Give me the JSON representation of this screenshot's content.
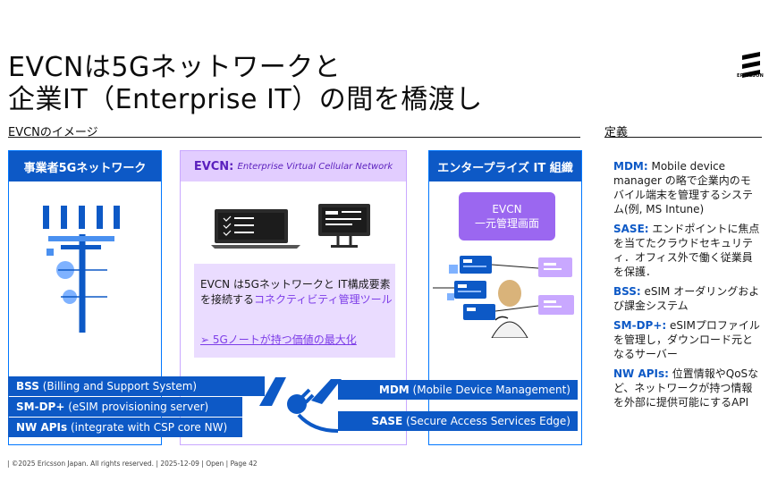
{
  "slide": {
    "title_line1": "EVCNは5Gネットワークと",
    "title_line2": "企業IT（Enterprise IT）の間を橋渡し",
    "logo_text": "ERICSSON"
  },
  "left_section": {
    "label": "EVCNのイメージ"
  },
  "right_section": {
    "label": "定義"
  },
  "columns": {
    "network": {
      "title": "事業者5Gネットワーク"
    },
    "evcn": {
      "title_prefix": "EVCN:",
      "title_rest": "Enterprise Virtual Cellular Network"
    },
    "enterprise": {
      "title": "エンタープライズ IT 組織"
    }
  },
  "evcn_description": {
    "text_main": "EVCN は5Gネットワークと IT構成要素を接続する",
    "text_highlight": "コネクティビティ管理ツール",
    "link": "➢ 5Gノートが持つ価値の最大化"
  },
  "evcn_card": {
    "line1": "EVCN",
    "line2": "一元管理画面"
  },
  "left_bands": [
    {
      "term": "BSS",
      "desc": " (Billing and Support System)"
    },
    {
      "term": "SM-DP+",
      "desc": " (eSIM provisioning server)"
    },
    {
      "term": "NW APIs",
      "desc": " (integrate with CSP core NW)"
    }
  ],
  "right_bands": [
    {
      "term": "MDM",
      "desc": " (Mobile Device Management)"
    },
    {
      "term": "SASE",
      "desc": " (Secure Access Services Edge)"
    }
  ],
  "definitions": [
    {
      "term": "MDM:",
      "desc": " Mobile device manager の略で企業内のモバイル端末を管理するシステム(例, MS Intune)"
    },
    {
      "term": "SASE:",
      "desc": " エンドポイントに焦点を当てたクラウドセキュリティ．オフィス外で働く従業員を保護．"
    },
    {
      "term": "BSS:",
      "desc": " eSIM オーダリングおよび課金システム"
    },
    {
      "term": "SM-DP+:",
      "desc": " eSIMプロファイルを管理し，ダウンロード元となるサーバー"
    },
    {
      "term": "NW APIs:",
      "desc": " 位置情報やQoSなど、ネットワークが持つ情報を外部に提供可能にするAPI"
    }
  ],
  "footer": {
    "text": "| ©2025 Ericsson Japan. All rights reserved. | 2025-12-09 | Open | Page 42"
  },
  "colors": {
    "brand_blue": "#0d59c6",
    "accent_purple": "#9b67f0",
    "light_purple": "#eadcff"
  }
}
